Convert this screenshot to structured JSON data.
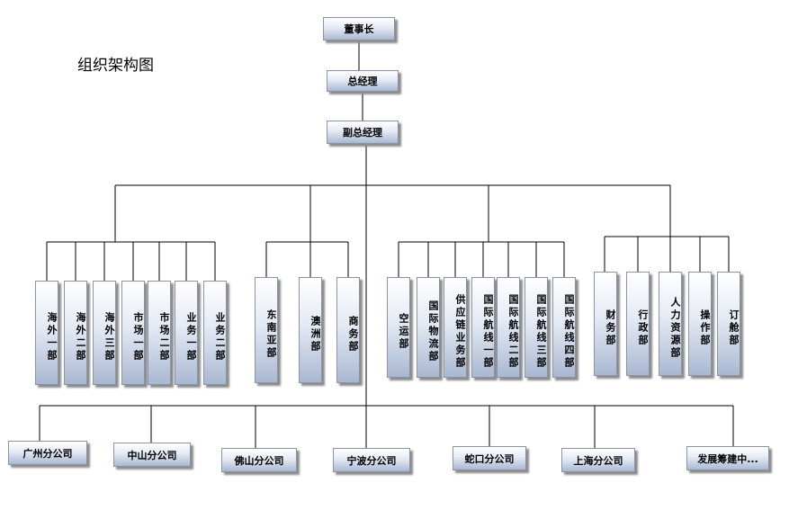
{
  "title": "组织架构图",
  "top": {
    "chairman": "董事长",
    "gm": "总经理",
    "deputy_gm": "副总经理"
  },
  "groups": [
    {
      "depts": [
        "海外一部",
        "海外二部",
        "海外三部",
        "市场一部",
        "市场二部",
        "业务一部",
        "业务二部"
      ]
    },
    {
      "depts": [
        "东南亚部",
        "澳洲部",
        "商务部"
      ]
    },
    {
      "depts": [
        "空运部",
        "国际物流部",
        "供应链业务部",
        "国际航线一部",
        "国际航线二部",
        "国际航线三部",
        "国际航线四部"
      ]
    },
    {
      "depts": [
        "财务部",
        "行政部",
        "人力资源部",
        "操作部",
        "订舱部"
      ]
    }
  ],
  "branches": [
    "广州分公司",
    "中山分公司",
    "佛山分公司",
    "宁波分公司",
    "蛇口分公司",
    "上海分公司",
    "发展筹建中..."
  ]
}
